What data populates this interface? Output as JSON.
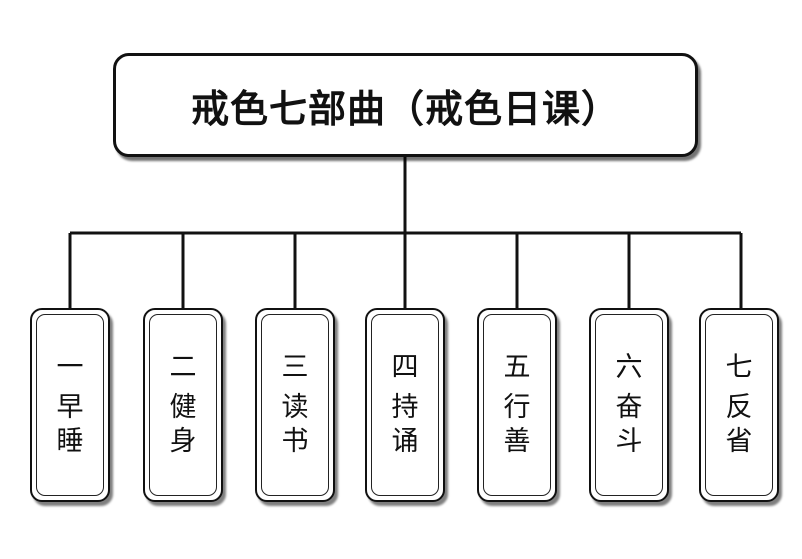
{
  "diagram": {
    "root": {
      "title": "戒色七部曲（戒色日课）"
    },
    "children": [
      {
        "num": "一",
        "chars": [
          "早",
          "睡"
        ]
      },
      {
        "num": "二",
        "chars": [
          "健",
          "身"
        ]
      },
      {
        "num": "三",
        "chars": [
          "读",
          "书"
        ]
      },
      {
        "num": "四",
        "chars": [
          "持",
          "诵"
        ]
      },
      {
        "num": "五",
        "chars": [
          "行",
          "善"
        ]
      },
      {
        "num": "六",
        "chars": [
          "奋",
          "斗"
        ]
      },
      {
        "num": "七",
        "chars": [
          "反",
          "省"
        ]
      }
    ]
  }
}
